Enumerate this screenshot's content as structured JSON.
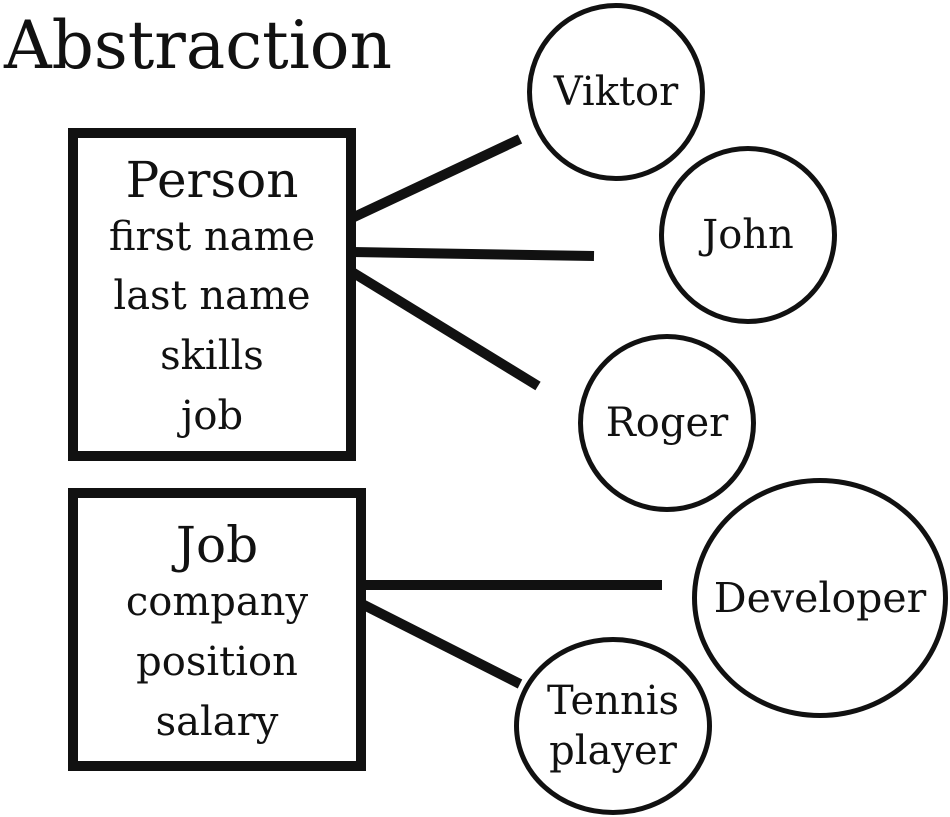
{
  "title": "Abstraction",
  "classes": [
    {
      "id": "person",
      "name": "Person",
      "attributes": [
        "first name",
        "last name",
        "skills",
        "job"
      ]
    },
    {
      "id": "job",
      "name": "Job",
      "attributes": [
        "company",
        "position",
        "salary"
      ]
    }
  ],
  "instances": [
    {
      "id": "viktor",
      "label": "Viktor",
      "class": "person"
    },
    {
      "id": "john",
      "label": "John",
      "class": "person"
    },
    {
      "id": "roger",
      "label": "Roger",
      "class": "person"
    },
    {
      "id": "developer",
      "label": "Developer",
      "class": "job"
    },
    {
      "id": "tennis",
      "label": "Tennis player",
      "class": "job"
    }
  ],
  "links": [
    {
      "from": "person",
      "to": "viktor"
    },
    {
      "from": "person",
      "to": "john"
    },
    {
      "from": "person",
      "to": "roger"
    },
    {
      "from": "job",
      "to": "developer"
    },
    {
      "from": "job",
      "to": "tennis"
    }
  ],
  "colors": {
    "ink": "#111111",
    "background": "#ffffff"
  }
}
